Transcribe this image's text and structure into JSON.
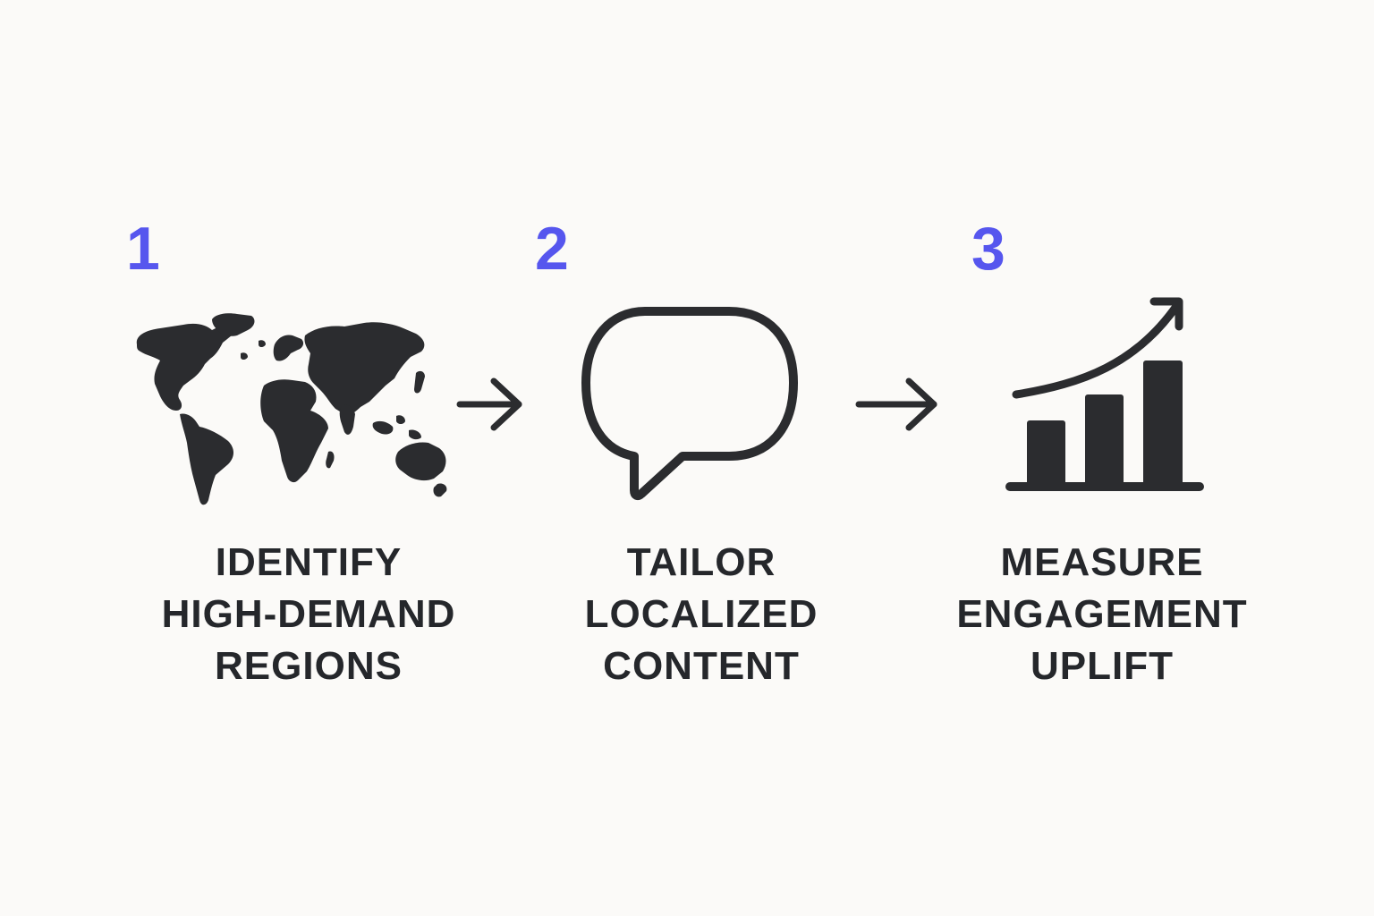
{
  "colors": {
    "background": "#fbfaf8",
    "accent": "#5656ee",
    "ink": "#25272b"
  },
  "steps": [
    {
      "number": "1",
      "icon": "world-map-icon",
      "label_lines": [
        "IDENTIFY",
        "HIGH-DEMAND",
        "REGIONS"
      ]
    },
    {
      "number": "2",
      "icon": "speech-bubble-icon",
      "label_lines": [
        "TAILOR",
        "LOCALIZED",
        "CONTENT"
      ]
    },
    {
      "number": "3",
      "icon": "growth-bar-chart-icon",
      "label_lines": [
        "MEASURE",
        "ENGAGEMENT",
        "UPLIFT"
      ]
    }
  ],
  "connectors": [
    "arrow-right-icon",
    "arrow-right-icon"
  ]
}
